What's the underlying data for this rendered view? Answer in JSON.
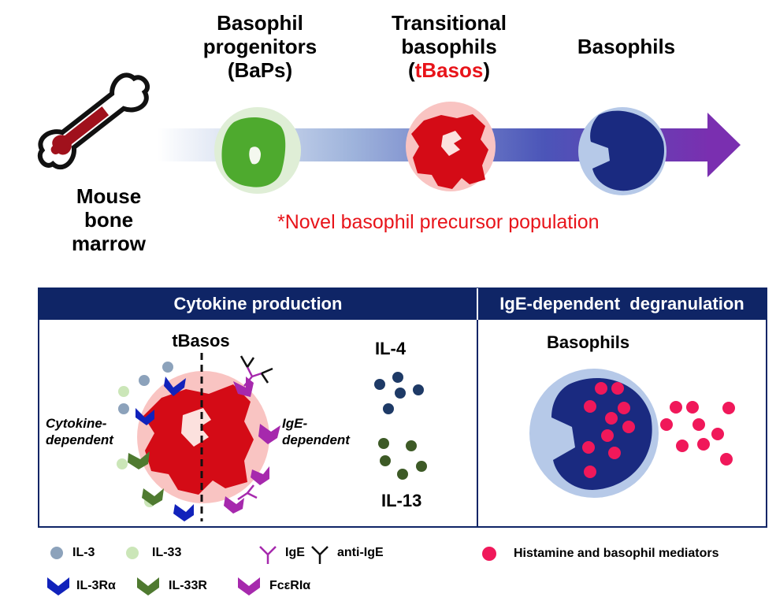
{
  "source_label": {
    "line1": "Mouse",
    "line2": "bone marrow"
  },
  "stages": [
    {
      "line1": "Basophil",
      "line2": "progenitors",
      "line3": "(BaPs)"
    },
    {
      "line1": "Transitional",
      "line2": "basophils",
      "paren_open": "(",
      "highlight": "tBasos",
      "paren_close": ")"
    },
    {
      "line1": "Basophils"
    }
  ],
  "novel_note": "*Novel basophil precursor population",
  "panel": {
    "header_left": "Cytokine production",
    "header_right": "IgE-dependent  degranulation",
    "cell_title": "tBasos",
    "left_side_label": {
      "line1": "Cytokine-",
      "line2": "dependent"
    },
    "right_side_label": {
      "line1": "IgE-",
      "line2": "dependent"
    },
    "il4": "IL-4",
    "il13": "IL-13",
    "right_title": "Basophils"
  },
  "legend": {
    "il3": "IL-3",
    "il33": "IL-33",
    "ige": "IgE",
    "anti_ige": "anti-IgE",
    "il3ra": "IL-3Rα",
    "il33r": "IL-33R",
    "fceri": "FcεRIα",
    "mediators": "Histamine and basophil mediators"
  },
  "colors": {
    "bap_green": "#4eaa2e",
    "tbaso_red": "#d40b16",
    "basophil_navy": "#1a2a80",
    "header_navy": "#0f2566",
    "il3_dot": "#8ca2bb",
    "il33_dot": "#cbe6b8",
    "il4_dot": "#1e3a66",
    "il13_dot": "#3d5a26",
    "receptor_blue": "#1122bb",
    "receptor_green": "#4f7a30",
    "receptor_purple": "#a629ad",
    "mediator_pink": "#f0185a"
  },
  "icons": [
    "bone-icon",
    "gradient-arrow-icon"
  ]
}
